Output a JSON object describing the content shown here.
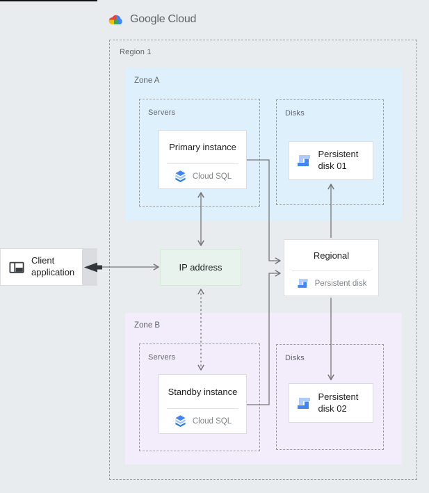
{
  "header": {
    "logo": {
      "google": "Google",
      "cloud": "Cloud"
    }
  },
  "region": {
    "label": "Region 1"
  },
  "zones": {
    "a": {
      "label": "Zone A",
      "servers_label": "Servers",
      "disks_label": "Disks",
      "primary_instance": {
        "title": "Primary instance",
        "product": "Cloud SQL"
      },
      "disk": {
        "label": "Persistent disk 01"
      }
    },
    "b": {
      "label": "Zone B",
      "servers_label": "Servers",
      "disks_label": "Disks",
      "standby_instance": {
        "title": "Standby instance",
        "product": "Cloud SQL"
      },
      "disk": {
        "label": "Persistent disk 02"
      }
    }
  },
  "client": {
    "label": "Client application"
  },
  "ip": {
    "label": "IP address"
  },
  "regional": {
    "title": "Regional",
    "subtitle": "Persistent disk"
  },
  "colors": {
    "background": "#e9ecef",
    "zone_a_fill": "#def0fb",
    "zone_b_fill": "#f2ecfb",
    "ip_fill": "#e7f3ec",
    "card_border": "#dadce0",
    "dashed_border": "#989ba1",
    "arrow": "#757575",
    "client_arrow_head": "#33383c",
    "text_primary": "#202124",
    "text_secondary": "#5f6368",
    "sql_blue_top": "#4285f4",
    "sql_blue_mid": "#a5c5f9",
    "sql_blue_bottom": "#2b7de9",
    "disk_blue_light": "#aecbfa",
    "disk_blue_dark": "#4285f4"
  },
  "connections": [
    {
      "from": "client-application",
      "to": "ip-address",
      "style": "solid",
      "arrows": "both",
      "left_head": "filled-large"
    },
    {
      "from": "primary-instance",
      "to": "ip-address",
      "style": "solid",
      "arrows": "both"
    },
    {
      "from": "ip-address",
      "to": "standby-instance",
      "style": "dotted",
      "arrows": "both"
    },
    {
      "from": "primary-instance",
      "to": "regional-persistent-disk",
      "style": "solid",
      "arrows": "end"
    },
    {
      "from": "standby-instance",
      "to": "regional-persistent-disk",
      "style": "solid",
      "arrows": "end"
    },
    {
      "from": "regional-persistent-disk",
      "to": "persistent-disk-01",
      "style": "solid",
      "arrows": "end"
    },
    {
      "from": "regional-persistent-disk",
      "to": "persistent-disk-02",
      "style": "solid",
      "arrows": "end"
    }
  ]
}
